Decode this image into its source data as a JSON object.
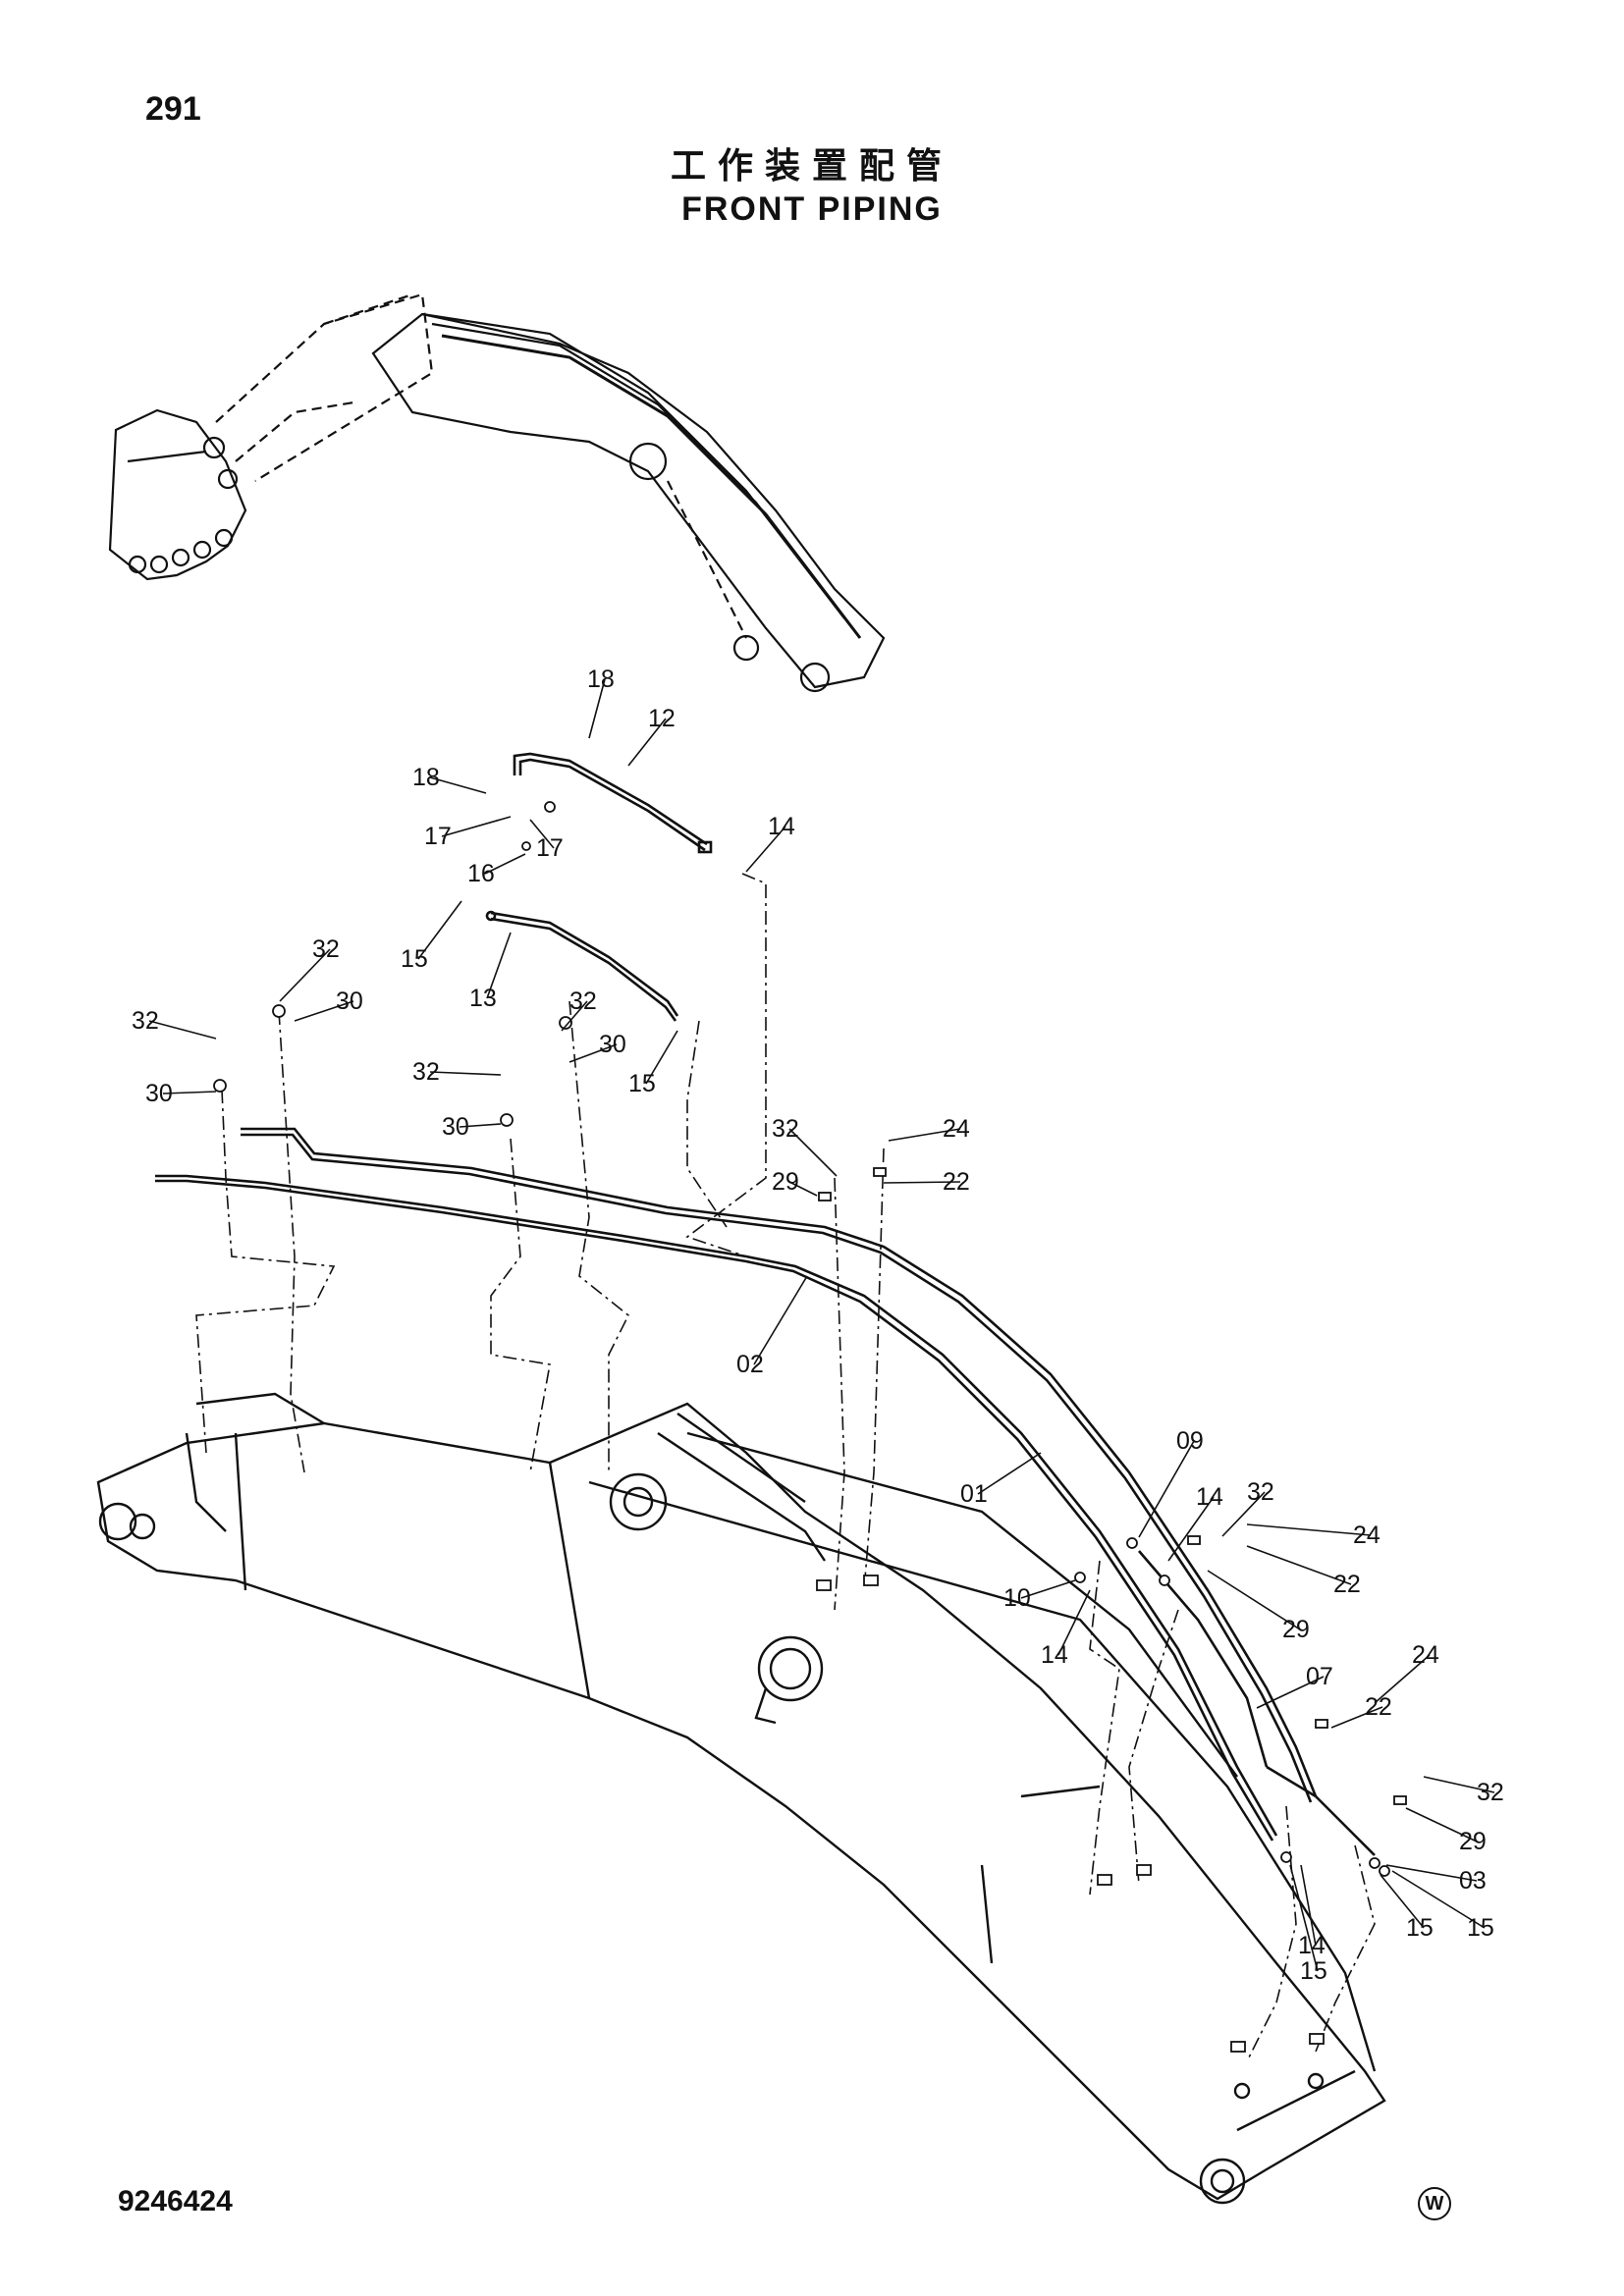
{
  "header": {
    "page_number": "291",
    "title_cn": "工作装置配管",
    "title_en": "FRONT PIPING"
  },
  "footer": {
    "drawing_number": "9246424",
    "mark": "W"
  },
  "parts": [
    {
      "id": "p18a",
      "label": "18"
    },
    {
      "id": "p12",
      "label": "12"
    },
    {
      "id": "p18b",
      "label": "18"
    },
    {
      "id": "p17a",
      "label": "17"
    },
    {
      "id": "p17b",
      "label": "17"
    },
    {
      "id": "p16",
      "label": "16"
    },
    {
      "id": "p14a",
      "label": "14"
    },
    {
      "id": "p15a",
      "label": "15"
    },
    {
      "id": "p13",
      "label": "13"
    },
    {
      "id": "p32a",
      "label": "32"
    },
    {
      "id": "p30a",
      "label": "30"
    },
    {
      "id": "p32b",
      "label": "32"
    },
    {
      "id": "p30b",
      "label": "30"
    },
    {
      "id": "p32c",
      "label": "32"
    },
    {
      "id": "p30c",
      "label": "30"
    },
    {
      "id": "p15b",
      "label": "15"
    },
    {
      "id": "p32d",
      "label": "32"
    },
    {
      "id": "p30d",
      "label": "30"
    },
    {
      "id": "p32e",
      "label": "32"
    },
    {
      "id": "p24a",
      "label": "24"
    },
    {
      "id": "p29a",
      "label": "29"
    },
    {
      "id": "p22a",
      "label": "22"
    },
    {
      "id": "p02",
      "label": "02"
    },
    {
      "id": "p09",
      "label": "09"
    },
    {
      "id": "p14b",
      "label": "14"
    },
    {
      "id": "p32f",
      "label": "32"
    },
    {
      "id": "p24b",
      "label": "24"
    },
    {
      "id": "p01",
      "label": "01"
    },
    {
      "id": "p22b",
      "label": "22"
    },
    {
      "id": "p10",
      "label": "10"
    },
    {
      "id": "p29b",
      "label": "29"
    },
    {
      "id": "p14c",
      "label": "14"
    },
    {
      "id": "p07",
      "label": "07"
    },
    {
      "id": "p24c",
      "label": "24"
    },
    {
      "id": "p22c",
      "label": "22"
    },
    {
      "id": "p32g",
      "label": "32"
    },
    {
      "id": "p29c",
      "label": "29"
    },
    {
      "id": "p03",
      "label": "03"
    },
    {
      "id": "p15c",
      "label": "15"
    },
    {
      "id": "p15d",
      "label": "15"
    },
    {
      "id": "p14d",
      "label": "14"
    },
    {
      "id": "p15e",
      "label": "15"
    }
  ]
}
